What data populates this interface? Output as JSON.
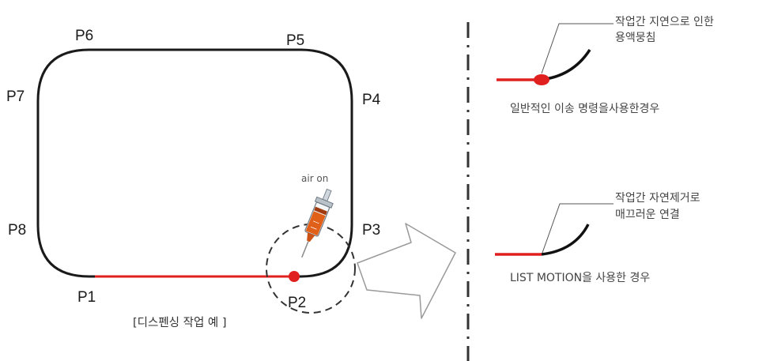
{
  "points": {
    "p1": "P1",
    "p2": "P2",
    "p3": "P3",
    "p4": "P4",
    "p5": "P5",
    "p6": "P6",
    "p7": "P7",
    "p8": "P8"
  },
  "syringe_label": "air on",
  "caption": "[디스펜싱 작업 예 ]",
  "top_case": {
    "callout_line1": "작업간 지연으로 인한",
    "callout_line2": "용액뭉침",
    "description": "일반적인 이송 명령을사용한경우"
  },
  "bottom_case": {
    "callout_line1": "작업간 자연제거로",
    "callout_line2": "매끄러운 연결",
    "description": "LIST MOTION을 사용한 경우"
  },
  "colors": {
    "path": "#1a1a1a",
    "dispense": "#e0201f",
    "arrow_outline": "#9a9a9a",
    "syringe_fluid": "#e0601a"
  }
}
